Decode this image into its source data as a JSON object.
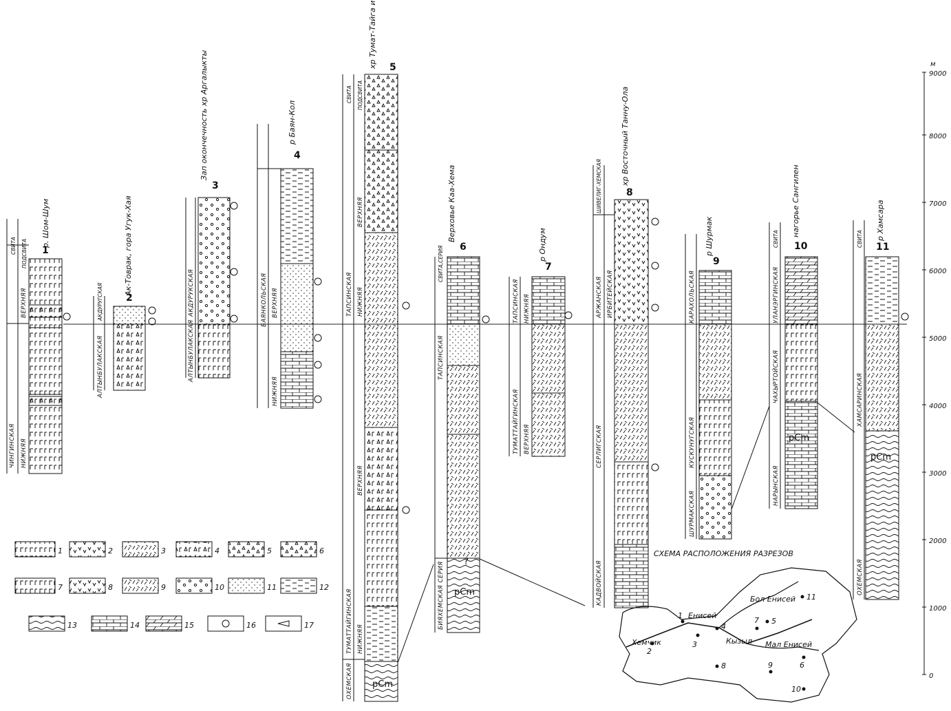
{
  "header_labels": {
    "svita": "СВИТА",
    "podsvita": "ПОДСВИТА",
    "serie_svita": "СВИТА,СЕРИЯ"
  },
  "columns": [
    {
      "num": "1",
      "loc": "р. Шом-Шум"
    },
    {
      "num": "2",
      "loc": "Ак-Товрак, гора Угук-Хая"
    },
    {
      "num": "3",
      "loc": "Зап окончечность хр Аргалыкты"
    },
    {
      "num": "4",
      "loc": "р Баян-Кол"
    },
    {
      "num": "5",
      "loc": "хр Тумат-Тайга и хр Ондут-Тайга"
    },
    {
      "num": "6",
      "loc": "Верховье Каа-Хема"
    },
    {
      "num": "7",
      "loc": "р Ондум"
    },
    {
      "num": "8",
      "loc": "хр Восточный Танну-Ола"
    },
    {
      "num": "9",
      "loc": "р Шурмак"
    },
    {
      "num": "10",
      "loc": "нагорье Сангилен"
    },
    {
      "num": "11",
      "loc": "р Хамсара"
    }
  ],
  "strat": {
    "c1_upper": "ВЕРХНЯЯ",
    "c1_lower": "НИЖНЯЯ",
    "c1_suite": "ЧИНГИНСКАЯ",
    "c2_suite": "АЛТЫНБУЛАКСКАЯ",
    "c2_small": "АКДУРУГСКАЯ",
    "c3_upper": "АКДУРУКСКАЯ",
    "c3_lower": "АЛТЫНБУЛАКСКАЯ",
    "c4_suite": "БАЯНКОЛЬСКАЯ",
    "c4_upper": "ВЕРХНЯЯ",
    "c4_lower": "НИЖНЯЯ",
    "c5_upper_suite": "ТАПСИНСКАЯ",
    "c5_upper_a": "ВЕРХНЯЯ",
    "c5_upper_b": "НИЖНЯЯ",
    "c5_lower_suite": "ТУМАТТАЙГИНСКАЯ",
    "c5_lower_a": "ВЕРХНЯЯ",
    "c5_lower_b": "НИЖНЯЯ",
    "c5_base": "ОХЕМСКАЯ",
    "c6_upper": "ТАПСИНСКАЯ",
    "c6_lower": "БИЯХЕМСКАЯ СЕРИЯ",
    "c7_upper": "ТАПСИНСКАЯ",
    "c7_upper_sub": "НИЖНЯЯ",
    "c7_lower": "ТУМАТТАЙГИНСКАЯ",
    "c7_lower_sub": "ВЕРХНЯЯ",
    "c8_top": "ШИВЕЛИГ-ХЕМСКАЯ",
    "c8_mid": "АРЖАНСКАЯ",
    "c8_mid2": "ИРБИТЕЙСКАЯ",
    "c8_low": "СЕРЛИГСКАЯ",
    "c8_base": "КАДВОЙСКАЯ",
    "c9_upper": "КАРАХОЛЬСКАЯ",
    "c9_mid": "КУСКУНУГСКАЯ",
    "c9_low": "ШУРМАКСКАЯ",
    "c10_a": "УЛАНЭРГИНСКАЯ",
    "c10_b": "ЧАХЫРТОЙСКАЯ",
    "c10_c": "НАРЫНСКАЯ",
    "c11_a": "ХАМСАРИНСКАЯ",
    "c11_b": "ОХЕМСКАЯ",
    "pcm": "pCm",
    "q": "?"
  },
  "scale": {
    "unit": "м",
    "ticks": [
      "0",
      "1000",
      "2000",
      "3000",
      "4000",
      "5000",
      "6000",
      "7000",
      "8000",
      "9000"
    ]
  },
  "legend": [
    "1",
    "2",
    "3",
    "4",
    "5",
    "6",
    "7",
    "8",
    "9",
    "10",
    "11",
    "12",
    "13",
    "14",
    "15",
    "16",
    "17"
  ],
  "map": {
    "title": "СХЕМА РАСПОЛОЖЕНИЯ РАЗРЕЗОВ",
    "labels": {
      "khemchik": "Хемчик",
      "enisei": "Енисей",
      "bol": "Бол Енисей",
      "mal": "Мал Енисей",
      "kyzyl": "Кызыл"
    },
    "points": [
      "1",
      "2",
      "3",
      "4",
      "5",
      "6",
      "7",
      "8",
      "9",
      "10",
      "11"
    ]
  }
}
